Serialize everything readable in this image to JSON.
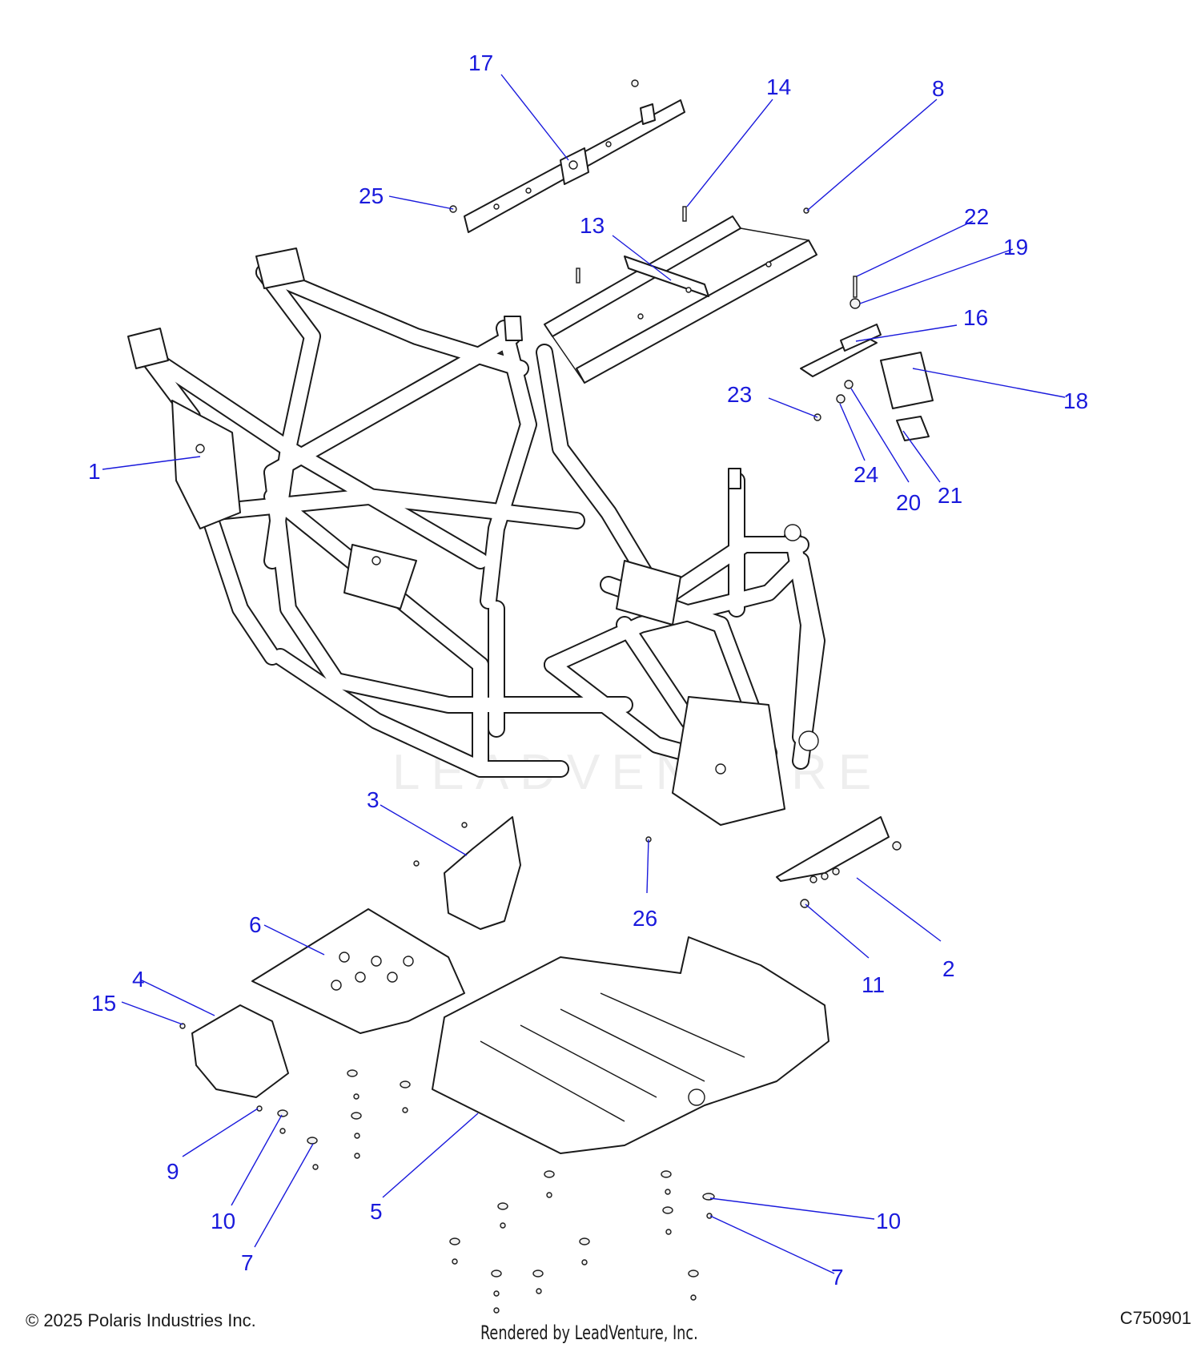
{
  "diagram": {
    "watermark": "LEADVENTURE",
    "callouts": [
      {
        "id": "c1",
        "label": "1"
      },
      {
        "id": "c2",
        "label": "2"
      },
      {
        "id": "c3",
        "label": "3"
      },
      {
        "id": "c4",
        "label": "4"
      },
      {
        "id": "c5",
        "label": "5"
      },
      {
        "id": "c6",
        "label": "6"
      },
      {
        "id": "c7a",
        "label": "7"
      },
      {
        "id": "c7b",
        "label": "7"
      },
      {
        "id": "c8",
        "label": "8"
      },
      {
        "id": "c9",
        "label": "9"
      },
      {
        "id": "c10a",
        "label": "10"
      },
      {
        "id": "c10b",
        "label": "10"
      },
      {
        "id": "c11",
        "label": "11"
      },
      {
        "id": "c13",
        "label": "13"
      },
      {
        "id": "c14",
        "label": "14"
      },
      {
        "id": "c15",
        "label": "15"
      },
      {
        "id": "c16",
        "label": "16"
      },
      {
        "id": "c17",
        "label": "17"
      },
      {
        "id": "c18",
        "label": "18"
      },
      {
        "id": "c19",
        "label": "19"
      },
      {
        "id": "c20",
        "label": "20"
      },
      {
        "id": "c21",
        "label": "21"
      },
      {
        "id": "c22",
        "label": "22"
      },
      {
        "id": "c23",
        "label": "23"
      },
      {
        "id": "c24",
        "label": "24"
      },
      {
        "id": "c25",
        "label": "25"
      },
      {
        "id": "c26",
        "label": "26"
      }
    ]
  },
  "footer": {
    "copyright": "© 2025 Polaris Industries Inc.",
    "rendered_by": "Rendered by LeadVenture, Inc.",
    "diagram_code": "C750901"
  },
  "colors": {
    "callout": "#1a1adc",
    "line_art": "#1a1a1a",
    "background": "#ffffff"
  }
}
